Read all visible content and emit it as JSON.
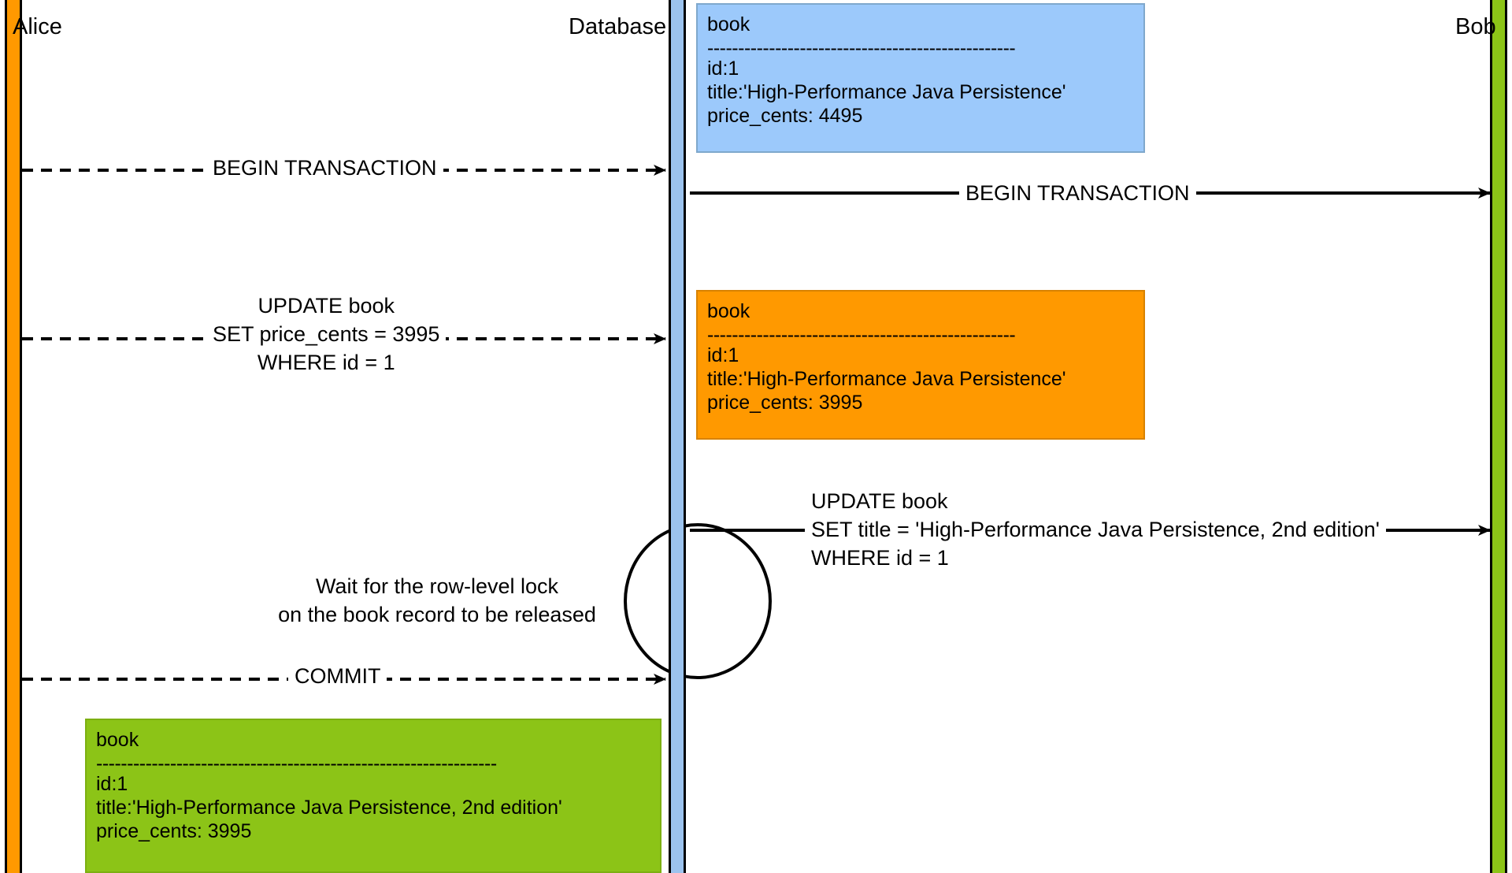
{
  "diagram": {
    "title": "Lost update / row-level lock sequence diagram",
    "type": "sequence-diagram",
    "colors": {
      "alice_lifeline": "#FF9900",
      "database_lifeline": "#9CC3EE",
      "bob_lifeline": "#8CC417",
      "note_blue": "#9CC9FB",
      "note_orange": "#FF9900",
      "note_green": "#8CC417",
      "line": "#000000"
    }
  },
  "actors": [
    {
      "id": "alice",
      "label": "Alice"
    },
    {
      "id": "database",
      "label": "Database"
    },
    {
      "id": "bob",
      "label": "Bob"
    }
  ],
  "notes": [
    {
      "id": "note-initial",
      "color": "#9CC9FB",
      "title": "book",
      "separator": "--------------------------------------------------",
      "lines": [
        "id:1",
        "title:'High-Performance Java Persistence'",
        "price_cents: 4495"
      ]
    },
    {
      "id": "note-alice-update",
      "color": "#FF9900",
      "title": "book",
      "separator": "--------------------------------------------------",
      "lines": [
        "id:1",
        "title:'High-Performance Java Persistence'",
        "price_cents: 3995"
      ]
    },
    {
      "id": "note-after-commit",
      "color": "#8CC417",
      "title": "book",
      "separator": "-----------------------------------------------------------------",
      "lines": [
        "id:1",
        "title:'High-Performance Java Persistence, 2nd edition'",
        "price_cents: 3995"
      ]
    }
  ],
  "messages": [
    {
      "id": "alice-begin",
      "from": "alice",
      "to": "database",
      "style": "dashed",
      "direction": "right",
      "label": "BEGIN TRANSACTION"
    },
    {
      "id": "bob-begin",
      "from": "bob",
      "to": "database",
      "style": "solid",
      "direction": "left",
      "label": "BEGIN TRANSACTION"
    },
    {
      "id": "alice-update",
      "from": "alice",
      "to": "database",
      "style": "dashed",
      "direction": "right",
      "label_line1": "UPDATE book",
      "label_line2": "SET price_cents = 3995",
      "label_line3": "WHERE id = 1"
    },
    {
      "id": "bob-update",
      "from": "bob",
      "to": "database",
      "style": "solid",
      "direction": "left",
      "label_line1": "UPDATE book",
      "label_line2": "SET title = 'High-Performance Java Persistence, 2nd edition'",
      "label_line3": "WHERE id = 1"
    },
    {
      "id": "alice-commit",
      "from": "alice",
      "to": "database",
      "style": "dashed",
      "direction": "right",
      "label": "COMMIT"
    }
  ],
  "wait_annotation": {
    "id": "wait-for-lock",
    "line1": "Wait for the row-level lock",
    "line2": "on the book record to be released"
  }
}
